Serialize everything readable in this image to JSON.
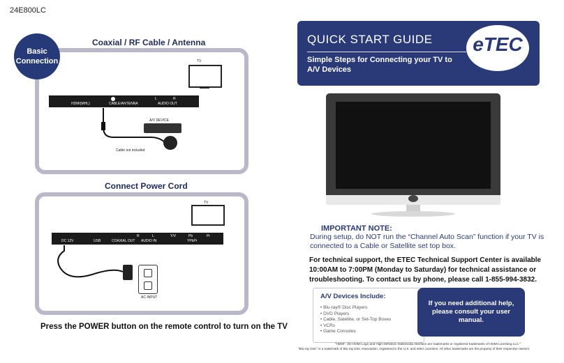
{
  "model": "24E800LC",
  "basic_badge": "Basic Connection",
  "coax": {
    "title": "Coaxial / RF Cable / Antenna",
    "tv_label": "TV",
    "ports": [
      "HDMI(MHL)",
      "CABLE/ANTENNA",
      "L",
      "R",
      "AUDIO OUT"
    ],
    "device_label": "A/V DEVICE",
    "cable_note": "Cable not included"
  },
  "power": {
    "title": "Connect Power Cord",
    "tv_label": "TV",
    "ports": [
      "DC 12V",
      "USB",
      "COAXIAL OUT",
      "R",
      "L",
      "AUDIO IN",
      "Y/V",
      "Pb",
      "Pr",
      "YPbPr"
    ],
    "outlet_label": "AC INPUT",
    "instruction": "Press the POWER button on the remote control to turn on the TV"
  },
  "guide": {
    "title": "QUICK START GUIDE",
    "subtitle": "Simple Steps for Connecting your TV to A/V Devices",
    "logo": "eTEC"
  },
  "important": {
    "heading": "IMPORTANT NOTE:",
    "body": "During setup, do NOT run the “Channel Auto Scan” function if your TV is connected to a Cable or Satellite set top box."
  },
  "support": {
    "text": "For technical support, the ETEC Technical Support Center is available 10:00AM to 7:00PM (Monday to Saturday) for technical assistance or troubleshooting. To contact us by phone, please call 1-855-994-3832."
  },
  "devices": {
    "title": "A/V Devices Include:",
    "items": [
      "Blu-ray® Disc Players",
      "DVD Players",
      "Cable, Satellite, or Set-Top Boxes",
      "VCRs",
      "Game Consoles"
    ]
  },
  "help": "If you need additional help, please consult your user manual.",
  "footer": {
    "line1": "“HDMI”, the HDMI Logo and High-Definition Multimedia Interface are trademarks or registered trademarks of HDMI Licensing LLC.”",
    "line2": "“Blu-ray Disc” is a trademark of Blu-ray Disc Association, registered in the U.S. and other countries. All other trademarks are the property of their respective owners."
  },
  "colors": {
    "navy": "#2a3a78",
    "panel_border": "#b9b8c9"
  }
}
